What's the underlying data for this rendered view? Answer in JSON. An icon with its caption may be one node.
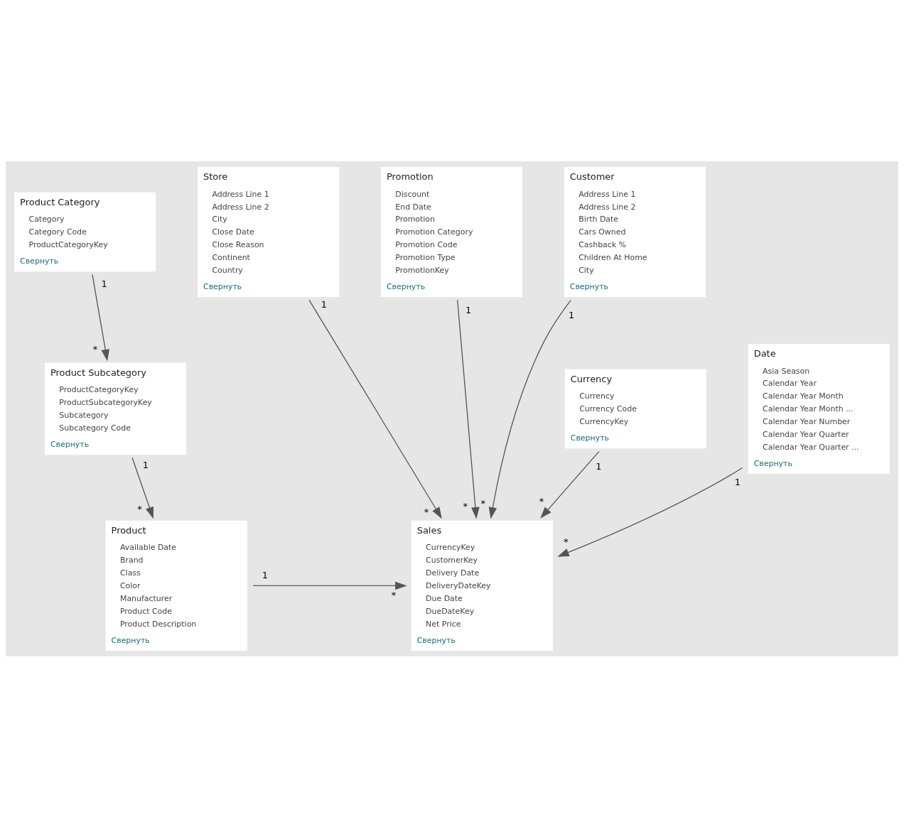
{
  "diagram": {
    "nodes": [
      {
        "text": [
          "Product Category",
          "Category",
          "Category Code",
          "ProductCategoryKey",
          "Свернуть"
        ]
      },
      {
        "text": [
          "Store",
          "Address Line 1",
          "Address Line 2",
          "City",
          "Close Date",
          "Close Reason",
          "Continent",
          "Country",
          "Свернуть"
        ]
      },
      {
        "text": [
          "Promotion",
          "Discount",
          "End Date",
          "Promotion",
          "Promotion Category",
          "Promotion Code",
          "Promotion Type",
          "PromotionKey",
          "Свернуть"
        ]
      },
      {
        "text": [
          "Customer",
          "Address Line 1",
          "Address Line 2",
          "Birth Date",
          "Cars Owned",
          "Cashback %",
          "Children At Home",
          "City",
          "Свернуть"
        ]
      },
      {
        "text": [
          "Product Subcategory",
          "ProductCategoryKey",
          "ProductSubcategoryKey",
          "Subcategory",
          "Subcategory Code",
          "Свернуть"
        ]
      },
      {
        "text": [
          "Currency",
          "Currency",
          "Currency Code",
          "CurrencyKey",
          "Свернуть"
        ]
      },
      {
        "text": [
          "Sales",
          "CurrencyKey",
          "CustomerKey",
          "Delivery Date",
          "DeliveryDateKey",
          "Due Date",
          "DueDateKey",
          "Net Price",
          "Свернуть"
        ]
      },
      {
        "text": [
          "Product",
          "Available Date",
          "Brand",
          "Class",
          "Color",
          "Manufacturer",
          "Product Code",
          "Product Description",
          "Свернуть"
        ]
      },
      {
        "text": [
          "Date",
          "Asia Season",
          "Calendar Year",
          "Calendar Year Month",
          "Calendar Year Month ...",
          "Calendar Year Number",
          "Calendar Year Quarter",
          "Calendar Year Quarter ...",
          "Свернуть"
        ]
      }
    ],
    "edges": [
      {
        "from": 0,
        "to": 4,
        "arrow": "to"
      },
      {
        "from": 4,
        "to": 7,
        "arrow": "to"
      },
      {
        "from": 1,
        "to": 6,
        "arrow": "to"
      },
      {
        "from": 2,
        "to": 6,
        "arrow": "to"
      },
      {
        "from": 5,
        "to": 6,
        "arrow": "to"
      },
      {
        "from": 3,
        "to": 6,
        "arrow": "to"
      },
      {
        "from": 7,
        "to": 6,
        "arrow": "to"
      },
      {
        "from": 8,
        "to": 6,
        "arrow": "to"
      }
    ],
    "labels": [
      "1",
      "*",
      "1",
      "*",
      "1",
      "*",
      "1",
      "*",
      "1",
      "*",
      "1",
      "*",
      "1",
      "*",
      "1",
      "*"
    ]
  }
}
